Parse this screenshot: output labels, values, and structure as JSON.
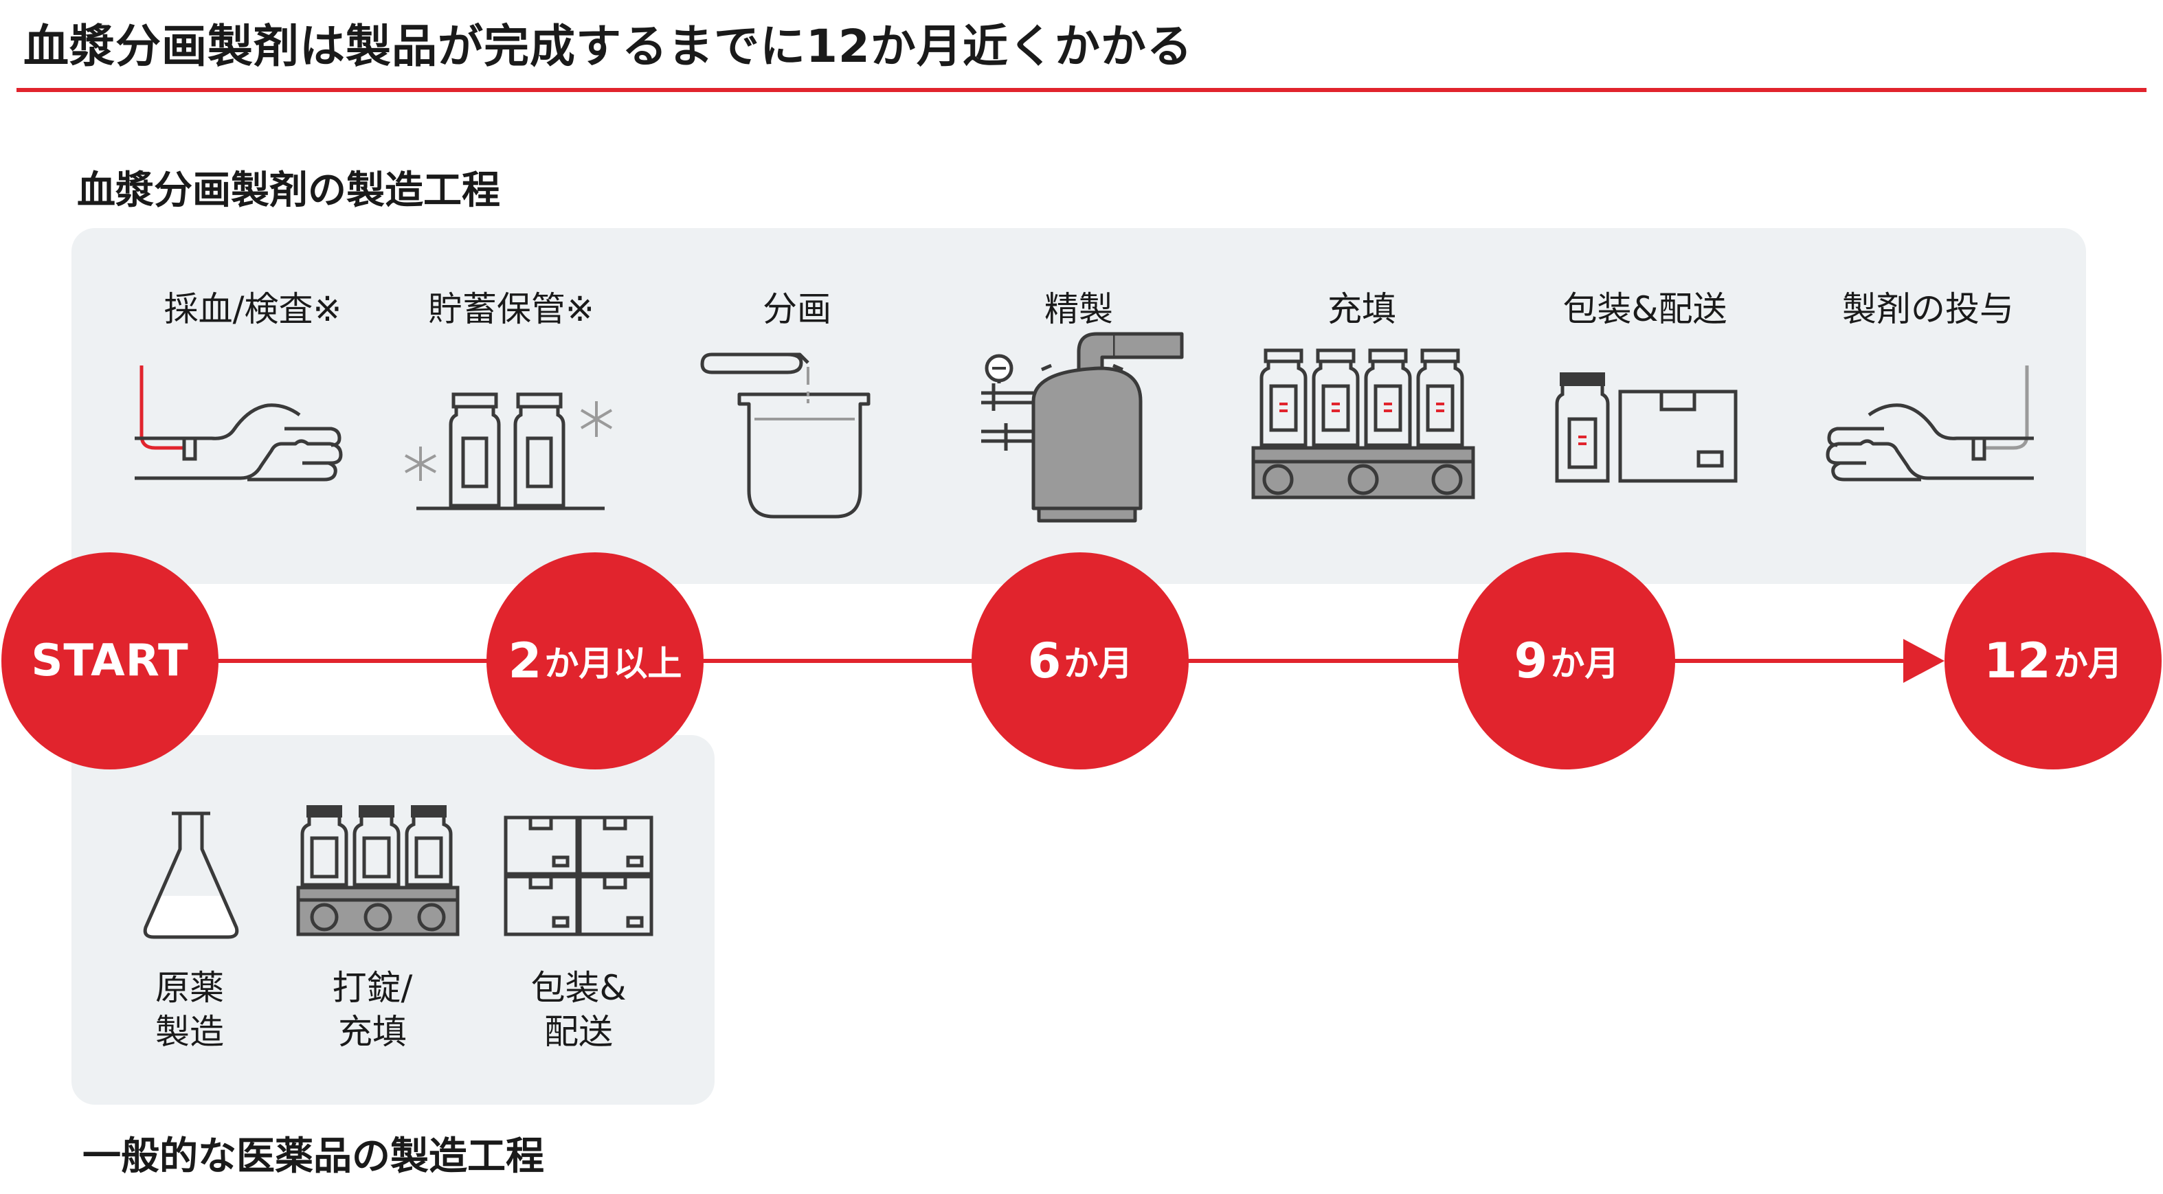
{
  "header": {
    "title": "血漿分画製剤は製品が完成するまでに12か月近くかかる"
  },
  "colors": {
    "accent": "#e1242d",
    "panel": "#eef1f3",
    "icon_stroke": "#3a3a3a",
    "icon_gray": "#9a9a9a"
  },
  "plasma_process": {
    "label": "血漿分画製剤の製造工程",
    "steps": [
      {
        "label": "採血/検査※",
        "icon": "arm-blood-draw-icon"
      },
      {
        "label": "貯蓄保管※",
        "icon": "frozen-vials-icon"
      },
      {
        "label": "分画",
        "icon": "beaker-pour-icon"
      },
      {
        "label": "精製",
        "icon": "purification-tank-icon"
      },
      {
        "label": "充填",
        "icon": "filling-line-icon"
      },
      {
        "label": "包装&配送",
        "icon": "package-box-icon"
      },
      {
        "label": "製剤の投与",
        "icon": "arm-infusion-icon"
      }
    ]
  },
  "timeline": {
    "milestones": [
      {
        "num": "START",
        "unit": ""
      },
      {
        "num": "2",
        "unit": "か月以上"
      },
      {
        "num": "6",
        "unit": "か月"
      },
      {
        "num": "9",
        "unit": "か月"
      },
      {
        "num": "12",
        "unit": "か月"
      }
    ]
  },
  "general_process": {
    "label": "一般的な医薬品の製造工程",
    "steps": [
      {
        "label_line1": "原薬",
        "label_line2": "製造",
        "icon": "flask-icon"
      },
      {
        "label_line1": "打錠/",
        "label_line2": "充填",
        "icon": "filling-line-icon"
      },
      {
        "label_line1": "包装&",
        "label_line2": "配送",
        "icon": "stacked-boxes-icon"
      }
    ]
  }
}
